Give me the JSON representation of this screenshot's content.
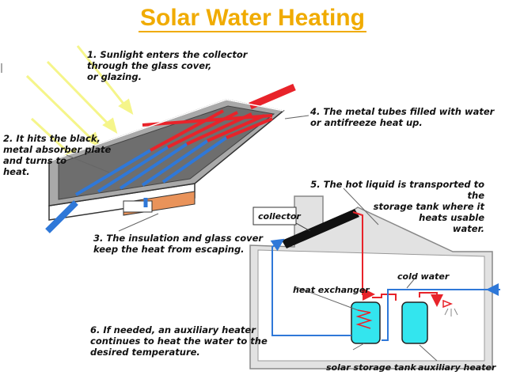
{
  "title": "Solar Water Heating",
  "steps": [
    "1. Sunlight enters the collector\nthrough the glass cover,\nor glazing.",
    "2. It hits the black,\nmetal absorber plate\nand turns to\nheat.",
    "3. The insulation and glass cover\nkeep the heat from escaping.",
    "4. The metal tubes filled with water\nor antifreeze heat up.",
    "5. The hot liquid is transported to the\nstorage tank where it\nheats usable\nwater.",
    "6. If needed, an auxiliary heater\ncontinues to heat the water to the\ndesired temperature."
  ],
  "labels": {
    "collector": "collector",
    "cold_water": "cold water",
    "heat_exchanger": "heat exchanger",
    "solar_storage_tank": "solar storage tank",
    "auxiliary_heater": "auxiliary heater"
  },
  "colors": {
    "title": "#f0ab00",
    "sunlight": "#f5f58a",
    "hot_pipe": "#e8232a",
    "cold_pipe": "#2f78d8",
    "insulation": "#e9935a",
    "tank": "#33e5ee",
    "house_fill": "#e2e2e2"
  }
}
